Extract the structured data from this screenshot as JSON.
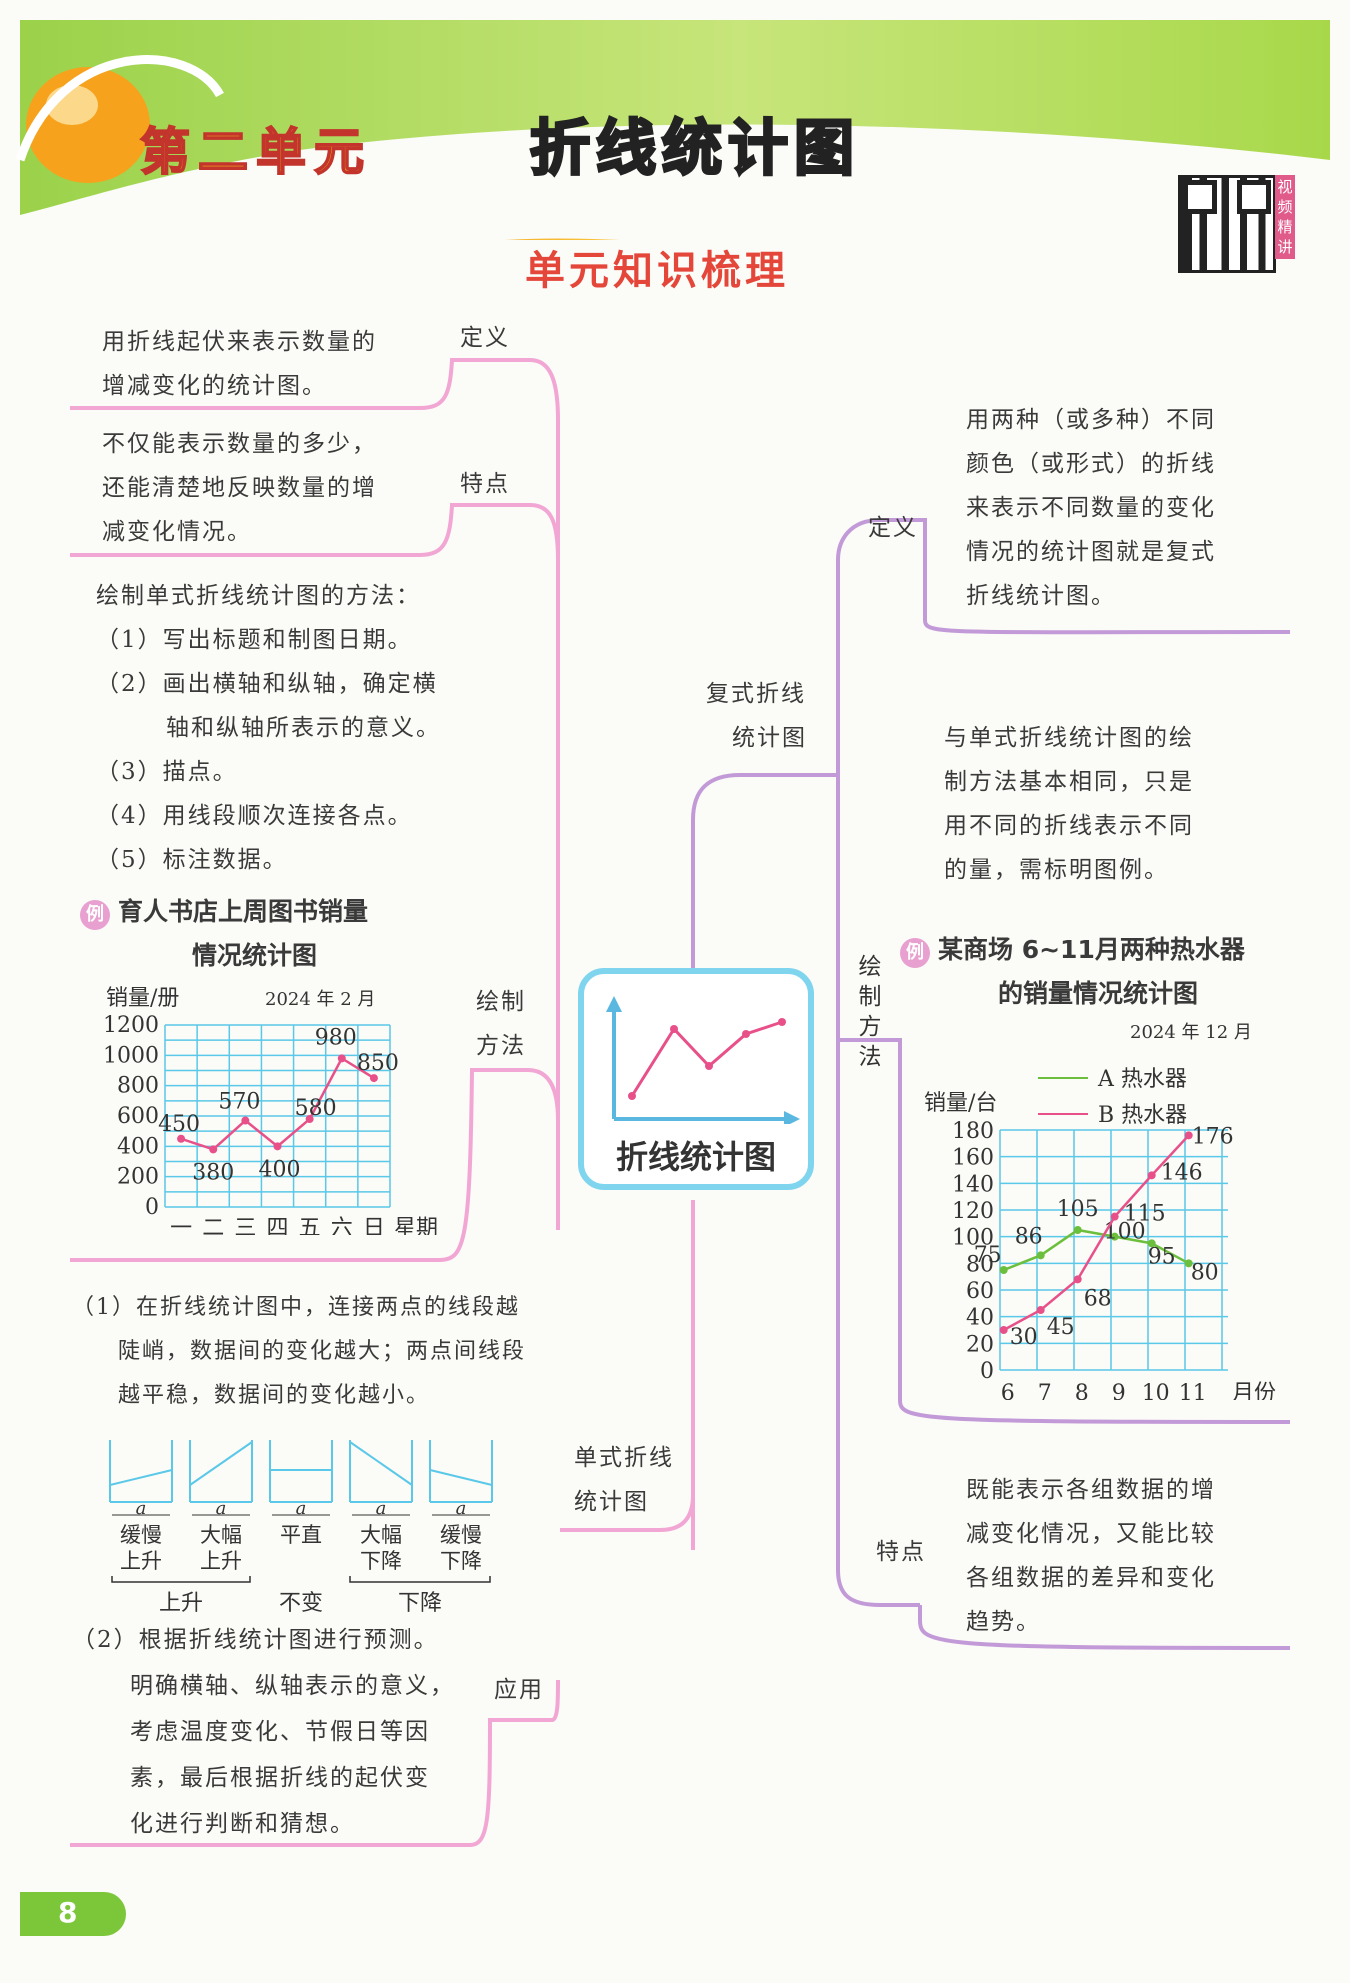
{
  "header": {
    "unit": "第二单元",
    "title": "折线统计图",
    "subtitle": "单元知识梳理",
    "qr_label": "视频精讲"
  },
  "center": {
    "label": "折线统计图"
  },
  "left": {
    "definition_label": "定义",
    "definition_lines": [
      "用折线起伏来表示数量的",
      "增减变化的统计图。"
    ],
    "feature_label": "特点",
    "feature_lines": [
      "不仅能表示数量的多少，",
      "还能清楚地反映数量的增",
      "减变化情况。"
    ],
    "method_lines": [
      "绘制单式折线统计图的方法：",
      "（1）写出标题和制图日期。",
      "（2）画出横轴和纵轴，确定横",
      "轴和纵轴所表示的意义。",
      "（3）描点。",
      "（4）用线段顺次连接各点。",
      "（5）标注数据。"
    ],
    "example_badge": "例",
    "example_title_lines": [
      "育人书店上周图书销量",
      "情况统计图"
    ],
    "method_label": [
      "绘制",
      "方法"
    ],
    "apply_label": "应用",
    "single_label": [
      "单式折线",
      "统计图"
    ],
    "apply1_lines": [
      "（1）在折线统计图中，连接两点的线段越",
      "陡峭，数据间的变化越大；两点间线段",
      "越平稳，数据间的变化越小。"
    ],
    "slopes": [
      {
        "angle": "a",
        "label": [
          "缓慢",
          "上升"
        ]
      },
      {
        "angle": "a",
        "label": [
          "大幅",
          "上升"
        ]
      },
      {
        "angle": "a",
        "label": [
          "平直",
          ""
        ]
      },
      {
        "angle": "a",
        "label": [
          "大幅",
          "下降"
        ]
      },
      {
        "angle": "a",
        "label": [
          "缓慢",
          "下降"
        ]
      }
    ],
    "slope_groups": [
      "上升",
      "不变",
      "下降"
    ],
    "apply2_lines": [
      "（2）根据折线统计图进行预测。",
      "明确横轴、纵轴表示的意义，",
      "考虑温度变化、节假日等因",
      "素，最后根据折线的起伏变",
      "化进行判断和猜想。"
    ]
  },
  "right": {
    "compound_label": [
      "复式折线",
      "统计图"
    ],
    "definition_label": "定义",
    "definition_lines": [
      "用两种（或多种）不同",
      "颜色（或形式）的折线",
      "来表示不同数量的变化",
      "情况的统计图就是复式",
      "折线统计图。"
    ],
    "method_label": [
      "绘",
      "制",
      "方",
      "法"
    ],
    "method_lines": [
      "与单式折线统计图的绘",
      "制方法基本相同，只是",
      "用不同的折线表示不同",
      "的量，需标明图例。"
    ],
    "example_badge": "例",
    "example_title_lines": [
      "某商场 6~11月两种热水器",
      "的销量情况统计图"
    ],
    "feature_label": "特点",
    "feature_lines": [
      "既能表示各组数据的增",
      "减变化情况，又能比较",
      "各组数据的差异和变化",
      "趋势。"
    ]
  },
  "page_number": "8",
  "chart_data": [
    {
      "type": "line",
      "title": "育人书店上周图书销量情况统计图",
      "date": "2024 年 2 月",
      "ylabel": "销量/册",
      "xlabel": "星期",
      "categories": [
        "一",
        "二",
        "三",
        "四",
        "五",
        "六",
        "日"
      ],
      "values": [
        450,
        380,
        570,
        400,
        580,
        980,
        850
      ],
      "ylim": [
        0,
        1200
      ],
      "yticks": [
        "0",
        "200",
        "400",
        "600",
        "800",
        "1000",
        "1200"
      ],
      "grid": true,
      "line_color": "#e8508a",
      "grid_color": "#5ac8e8"
    },
    {
      "type": "line",
      "title": "某商场 6~11月两种热水器的销量情况统计图",
      "date": "2024 年 12 月",
      "ylabel": "销量/台",
      "xlabel": "月份",
      "categories": [
        "6",
        "7",
        "8",
        "9",
        "10",
        "11"
      ],
      "series": [
        {
          "name": "A 热水器",
          "values": [
            75,
            86,
            105,
            100,
            95,
            80
          ],
          "color": "#6cbf3c"
        },
        {
          "name": "B 热水器",
          "values": [
            30,
            45,
            68,
            115,
            146,
            176
          ],
          "color": "#e8508a"
        }
      ],
      "ylim": [
        0,
        180
      ],
      "yticks": [
        "0",
        "20",
        "40",
        "60",
        "80",
        "100",
        "120",
        "140",
        "160",
        "180"
      ],
      "grid": true,
      "legend": "top",
      "grid_color": "#5ac8e8"
    }
  ]
}
